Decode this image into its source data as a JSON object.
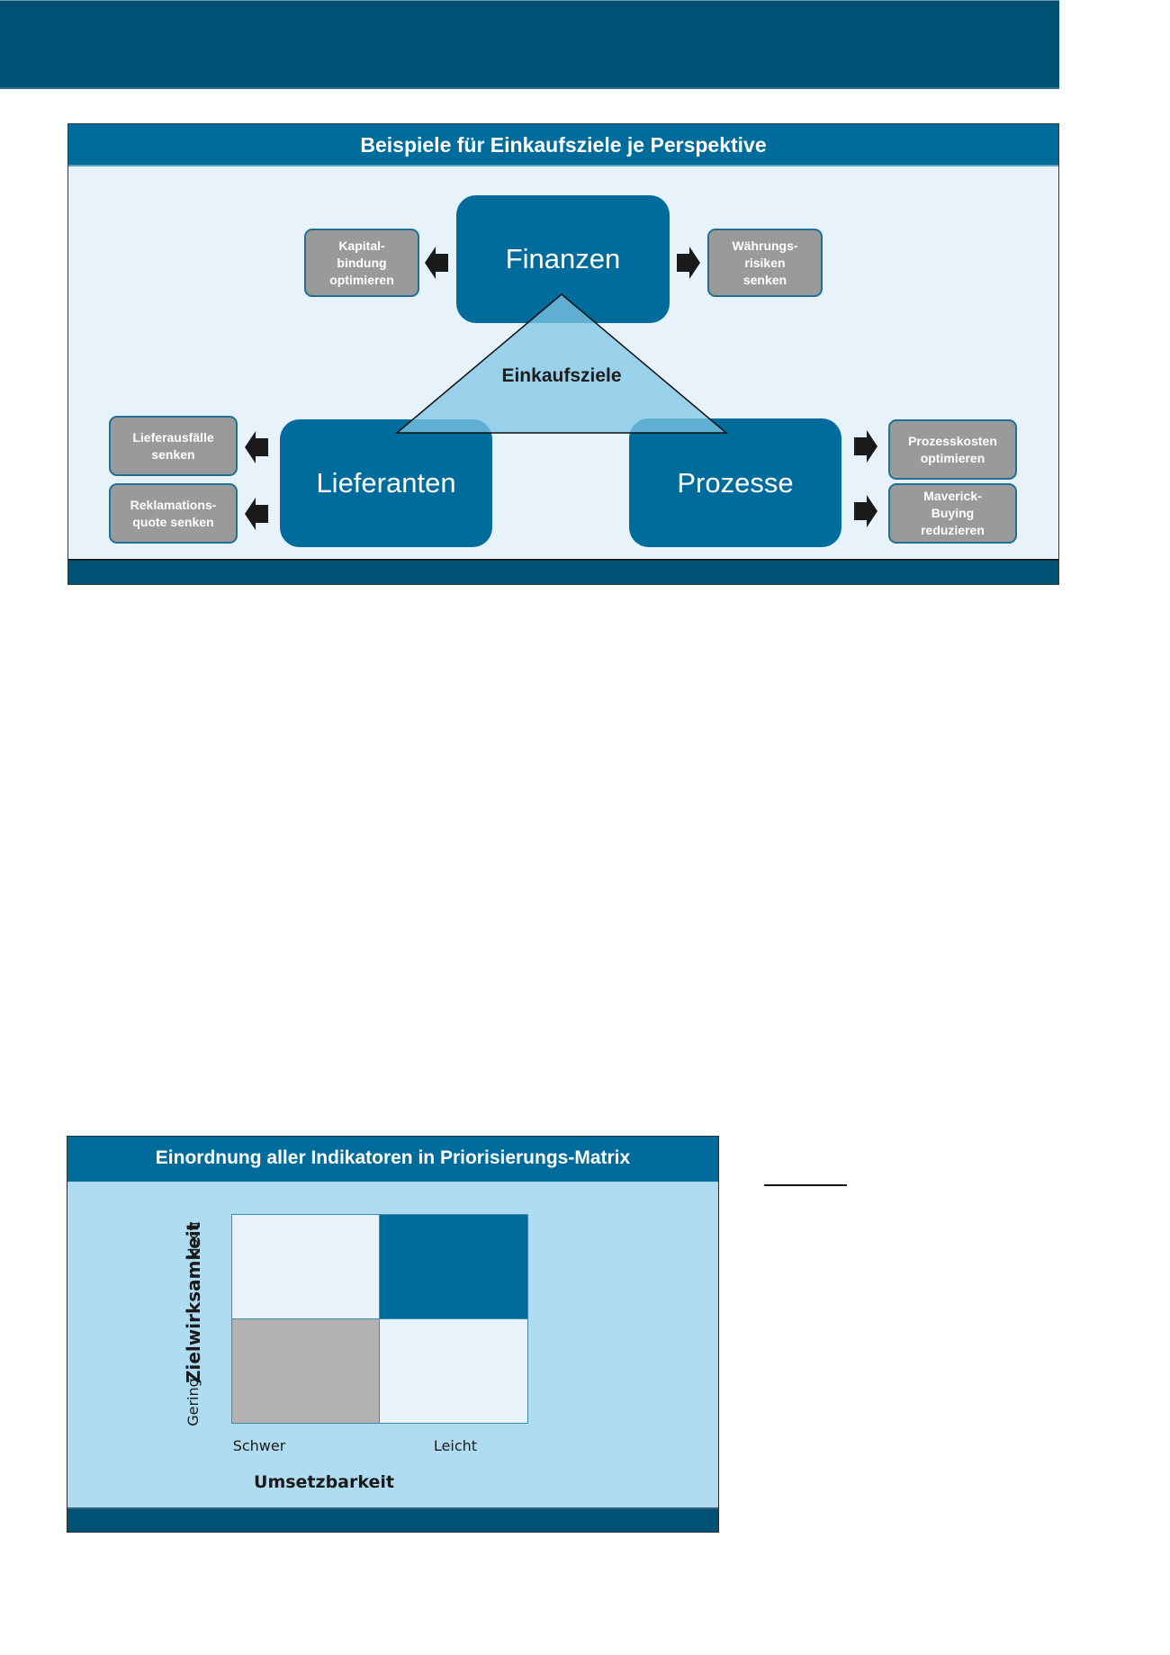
{
  "panel_goals": {
    "title": "Beispiele für Einkaufsziele je Perspektive",
    "center_label": "Einkaufsziele",
    "perspectives": {
      "finanzen": {
        "label": "Finanzen",
        "goals_left": [
          "Kapital-\nbindung\noptimieren"
        ],
        "goals_right": [
          "Währungs-\nrisiken\nsenken"
        ]
      },
      "lieferanten": {
        "label": "Lieferanten",
        "goals": [
          "Lieferausfälle\nsenken",
          "Reklamations-\nquote senken"
        ]
      },
      "prozesse": {
        "label": "Prozesse",
        "goals": [
          "Prozesskosten\noptimieren",
          "Maverick-\nBuying\nreduzieren"
        ]
      }
    }
  },
  "panel_matrix": {
    "title": "Einordnung aller Indikatoren in Priorisierungs-Matrix",
    "y_axis": {
      "label": "Zielwirksamkeit",
      "ticks": [
        "Hoch",
        "Gering"
      ]
    },
    "x_axis": {
      "label": "Umsetzbarkeit",
      "ticks": [
        "Schwer",
        "Leicht"
      ]
    },
    "cells": [
      {
        "row": "Hoch",
        "col": "Schwer",
        "color": "#e8f3fa"
      },
      {
        "row": "Hoch",
        "col": "Leicht",
        "color": "#006c9c"
      },
      {
        "row": "Gering",
        "col": "Schwer",
        "color": "#b2b2b2"
      },
      {
        "row": "Gering",
        "col": "Leicht",
        "color": "#e8f3fa"
      }
    ]
  },
  "colors": {
    "brand_dark": "#005274",
    "brand": "#006c9c",
    "panel_bg_light": "#e7f2fa",
    "panel_bg_matrix": "#afdcf0",
    "goal_box": "#9a9a9a",
    "triangle_fill": "#7fc6e6"
  }
}
